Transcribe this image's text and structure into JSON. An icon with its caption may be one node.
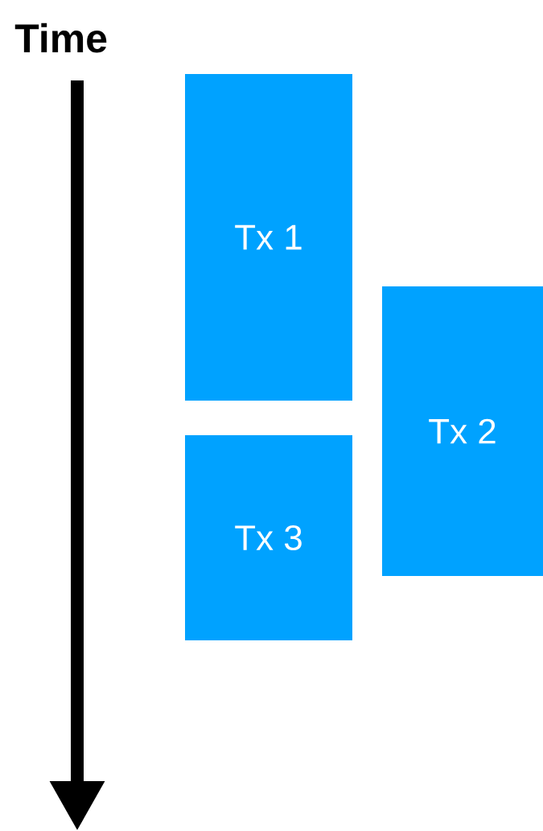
{
  "diagram": {
    "nodes": [
      {
        "text": [
          "Tx 1"
        ]
      },
      {
        "text": [
          "Tx 2"
        ]
      },
      {
        "text": [
          "Tx 3"
        ]
      }
    ],
    "edges": [],
    "labels": [
      "Time"
    ]
  }
}
